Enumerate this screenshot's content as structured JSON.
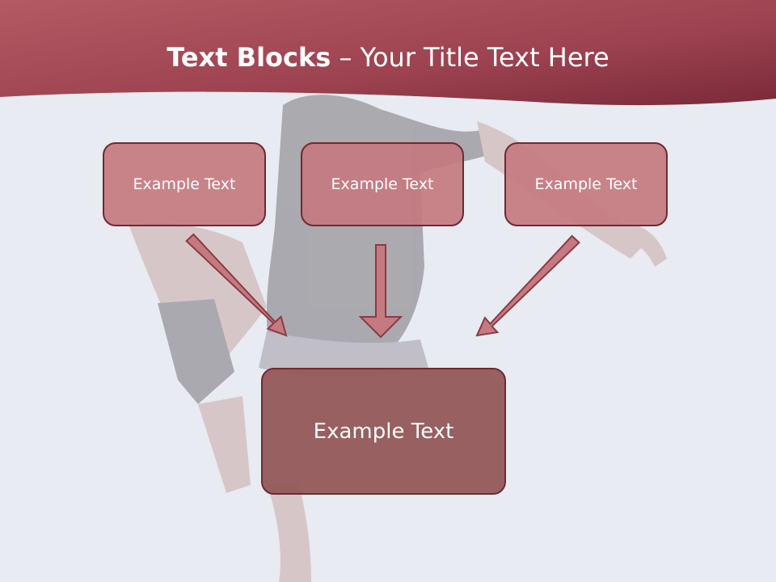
{
  "slide": {
    "title_bold": "Text Blocks",
    "title_rest": " – Your Title Text Here"
  },
  "blocks": {
    "top": [
      "Example Text",
      "Example Text",
      "Example Text"
    ],
    "bottom": "Example Text"
  },
  "colors": {
    "header": "#a24a57",
    "block_fill": "#c47a80",
    "block_border": "#6e2a32",
    "bottom_fill": "#945858",
    "arrow_fill": "#c47a80",
    "arrow_stroke": "#8c3a44",
    "background": "#e8ebf1"
  }
}
